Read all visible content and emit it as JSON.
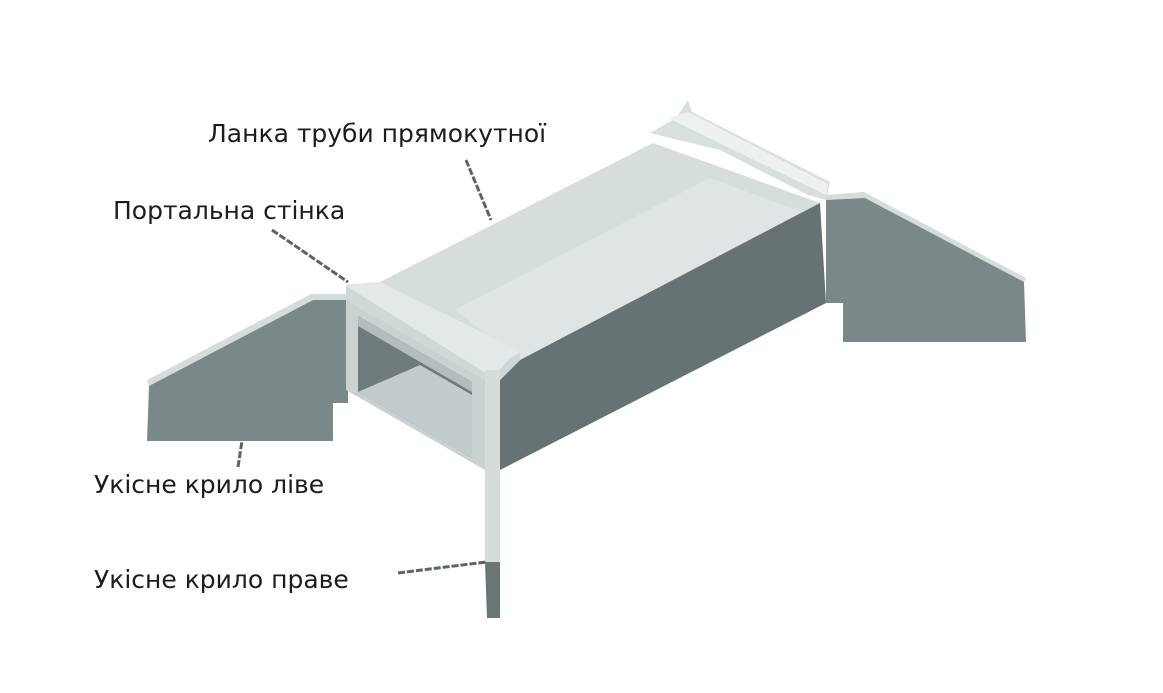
{
  "labels": {
    "pipe_link": "Ланка труби прямокутної",
    "portal_wall": "Портальна стінка",
    "wing_left": "Укісне крило ліве",
    "wing_right": "Укісне крило праве"
  },
  "colors": {
    "background": "#ffffff",
    "concrete_top": "#d2dadb",
    "concrete_top_light": "#dde3e3",
    "concrete_side": "#667273",
    "wing_face": "#7b8889",
    "wing_top": "#d5dcdc",
    "inner_floor": "#c3cccd",
    "leader_line": "#5b6466",
    "text": "#1c1c1c"
  }
}
